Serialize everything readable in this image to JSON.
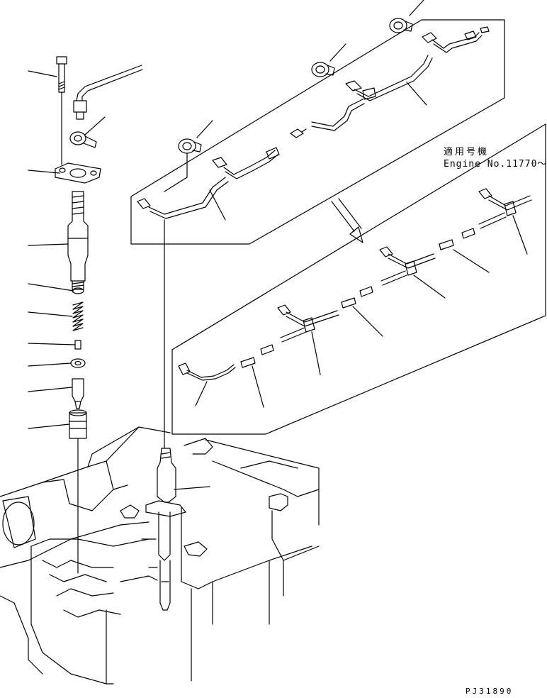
{
  "applicability_note": {
    "japanese": "適用号機",
    "english": "Engine No.11770～"
  },
  "drawing_code": "PJ31890",
  "colors": {
    "line": "#000000",
    "background": "#ffffff"
  }
}
